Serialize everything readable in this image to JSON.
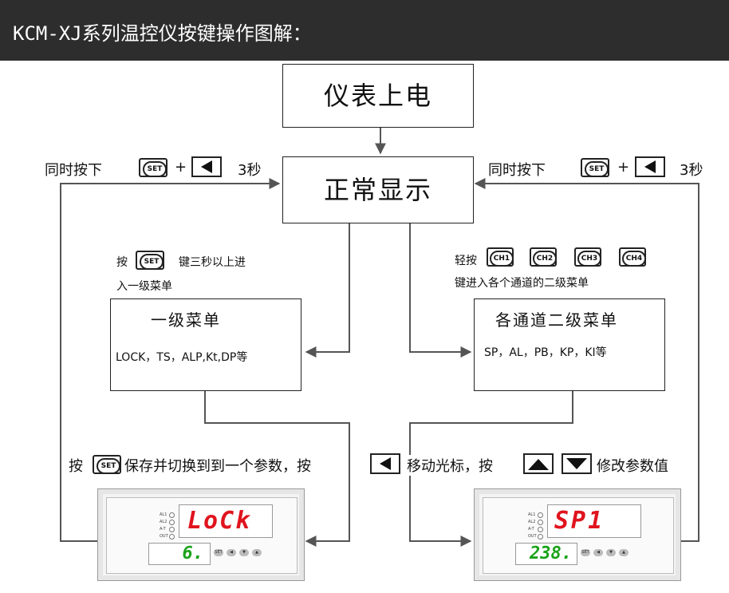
{
  "header": {
    "title": "KCM-XJ系列温控仪按键操作图解："
  },
  "nodes": {
    "power_on": "仪表上电",
    "normal_display": "正常显示",
    "level1_title": "一级菜单",
    "level1_items": "LOCK，TS，ALP,Kt,DP等",
    "level2_title": "各通道二级菜单",
    "level2_items": "SP，AL，PB，KP，KI等"
  },
  "labels": {
    "left_return_prefix": "同时按下",
    "plus": "+",
    "three_sec": "3秒",
    "right_return_prefix": "同时按下",
    "press": "按",
    "level1_hint_a": "键三秒以上进",
    "level1_hint_b": "入一级菜单",
    "light_press": "轻按",
    "level2_hint": "键进入各个通道的二级菜单",
    "bottom_a": "按",
    "bottom_b": "保存并切换到到一个参数，按",
    "bottom_c": "移动光标，按",
    "bottom_d": "修改参数值"
  },
  "keys": {
    "set": "SET",
    "ch1": "CH1",
    "ch2": "CH2",
    "ch3": "CH3",
    "ch4": "CH4"
  },
  "devices": {
    "left": {
      "upper": "LoCk",
      "lower": "6."
    },
    "right": {
      "upper": "SP1",
      "lower": "238."
    },
    "indicators": [
      "AL1",
      "AL2",
      "A-T",
      "OUT"
    ],
    "button_label": "SET"
  },
  "colors": {
    "header_bg": "#2d2d2d",
    "upper_display": "#e0141e",
    "lower_display": "#1aa31a",
    "arrow": "#555555"
  }
}
